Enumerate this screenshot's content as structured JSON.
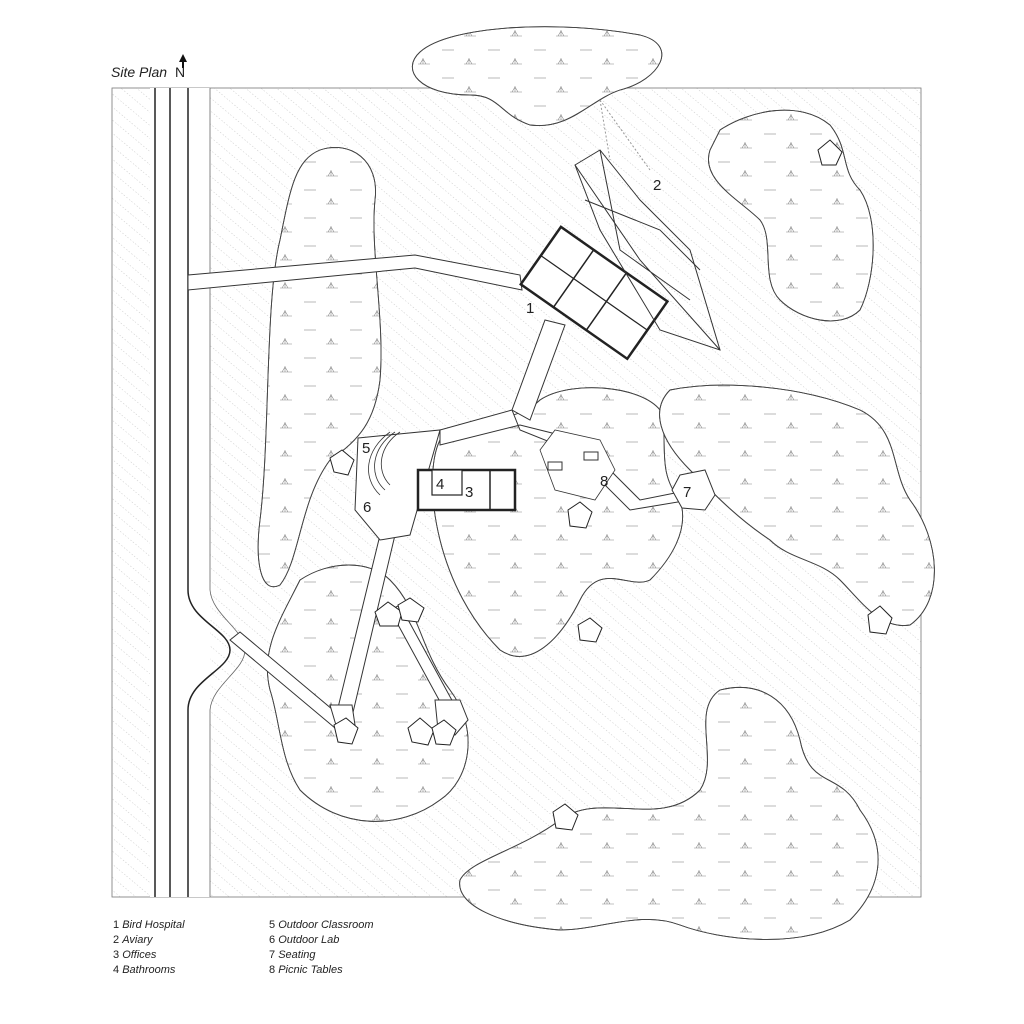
{
  "title": "Site Plan",
  "north_label": "N",
  "legend": [
    {
      "num": "1",
      "name": "Bird Hospital"
    },
    {
      "num": "2",
      "name": "Aviary"
    },
    {
      "num": "3",
      "name": "Offices"
    },
    {
      "num": "4",
      "name": "Bathrooms"
    },
    {
      "num": "5",
      "name": "Outdoor Classroom"
    },
    {
      "num": "6",
      "name": "Outdoor Lab"
    },
    {
      "num": "7",
      "name": "Seating"
    },
    {
      "num": "8",
      "name": "Picnic Tables"
    }
  ],
  "map_labels": {
    "l1": "1",
    "l2": "2",
    "l3": "3",
    "l4": "4",
    "l5": "5",
    "l6": "6",
    "l7": "7",
    "l8": "8"
  },
  "colors": {
    "line": "#333333",
    "hatch": "#bbbbbb",
    "ground": "#ffffff"
  }
}
